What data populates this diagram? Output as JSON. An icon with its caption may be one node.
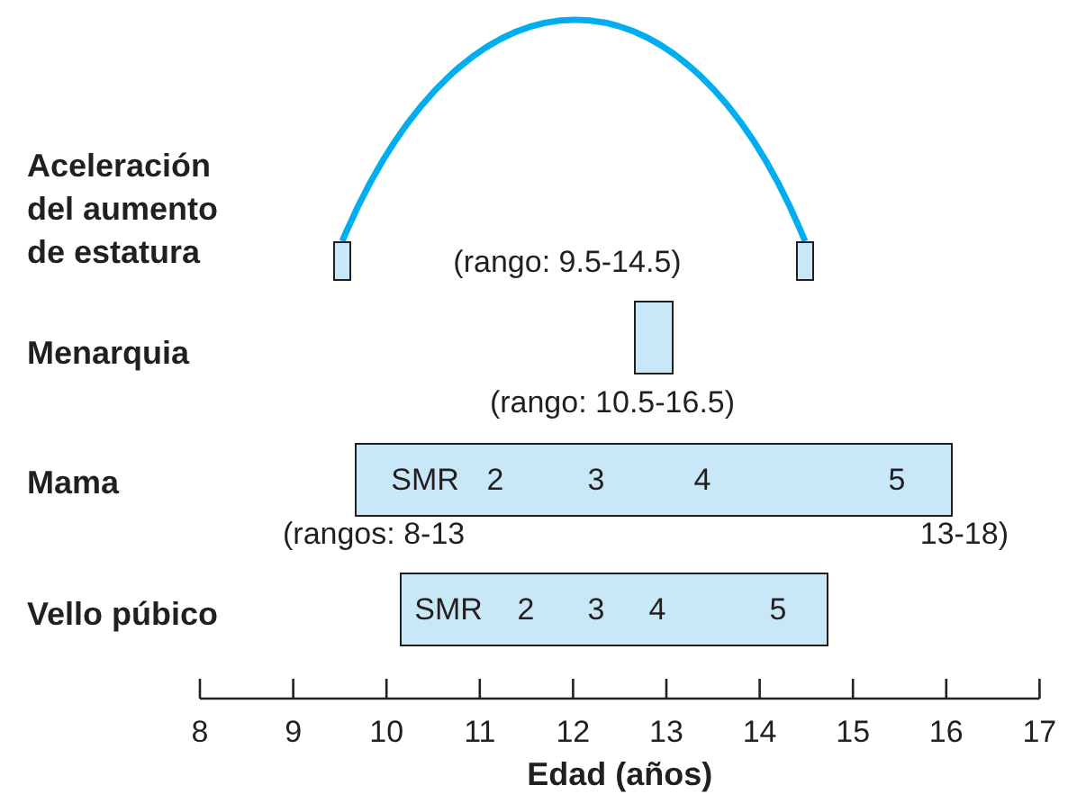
{
  "diagram": {
    "nodes": [
      {
        "text": [],
        "shape": "bar"
      },
      {
        "text": [],
        "shape": "bar"
      },
      {
        "text": [],
        "shape": "bar"
      },
      {
        "text": [
          "SMR",
          "2",
          "3",
          "4",
          "5"
        ]
      },
      {
        "text": [
          "SMR",
          "2",
          "3",
          "4",
          "5"
        ]
      }
    ],
    "edges": [
      {
        "from": 0,
        "to": 1,
        "arrow": "none",
        "color": "#00aeef"
      }
    ],
    "labels": [
      "Aceleración del aumento de estatura",
      "(rango: 9.5-14.5)",
      "Menarquia",
      "(rango: 10.5-16.5)",
      "Mama",
      "(rangos: 8-13",
      "13-18)",
      "Vello púbico",
      "8",
      "9",
      "10",
      "11",
      "12",
      "13",
      "14",
      "15",
      "16",
      "17",
      "Edad (años)"
    ]
  }
}
